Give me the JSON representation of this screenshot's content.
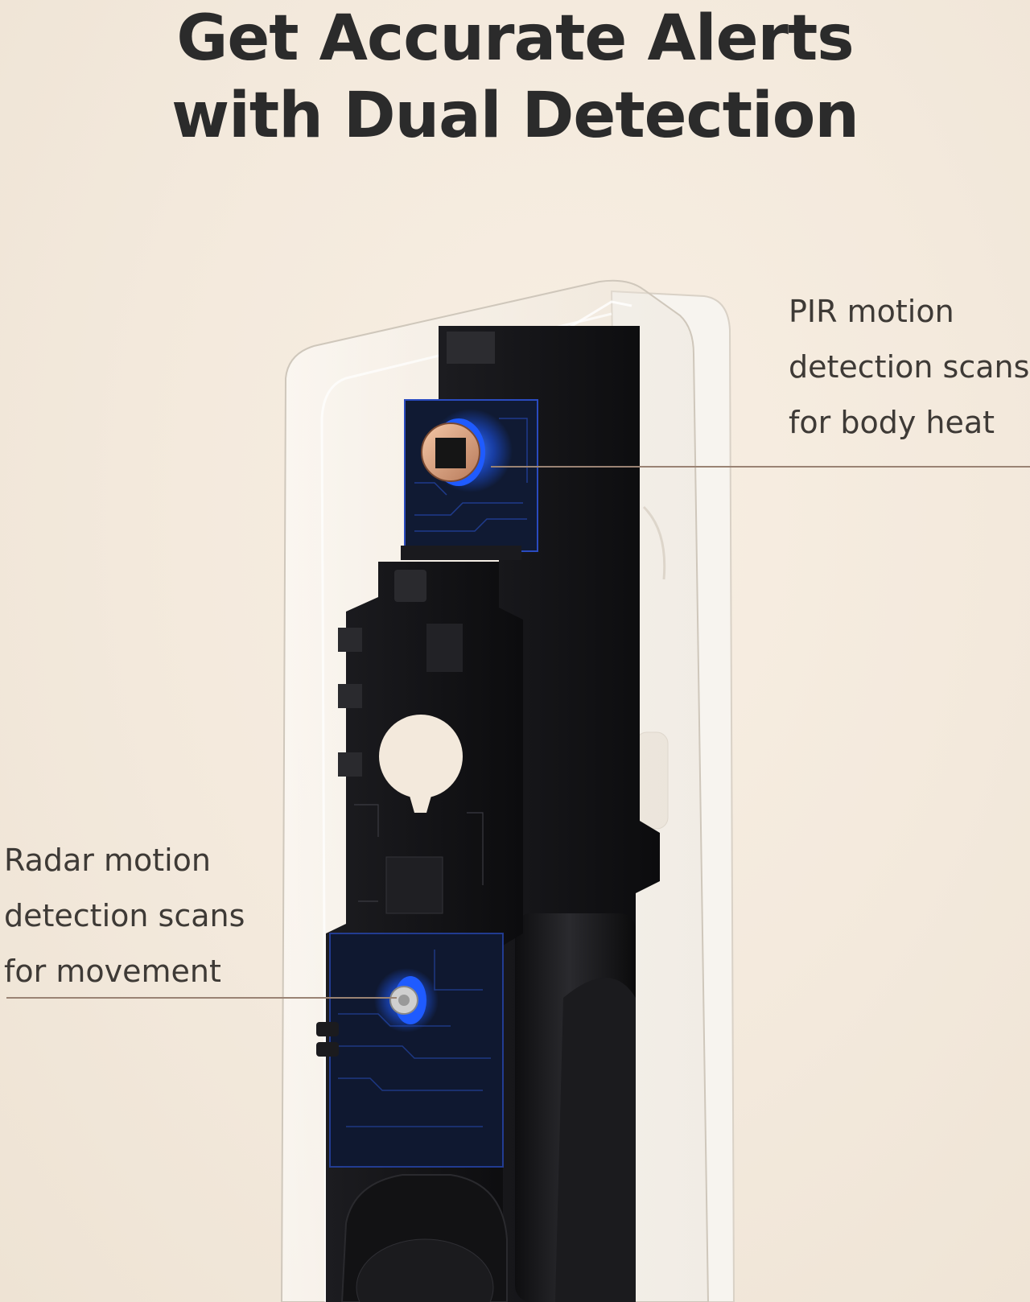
{
  "headline": {
    "lines": [
      "Get Accurate Alerts",
      "with Dual Detection"
    ]
  },
  "callouts": {
    "pir": {
      "lines": [
        "PIR motion",
        "detection scans",
        "for body heat"
      ]
    },
    "radar": {
      "lines": [
        "Radar motion",
        "detection scans",
        "for movement"
      ]
    }
  },
  "colors": {
    "background": "#f3e9dc",
    "text": "#2b2b2b",
    "leader_line": "#9a8374",
    "sensor_glow": "#1f5bff",
    "board": "#141416"
  }
}
